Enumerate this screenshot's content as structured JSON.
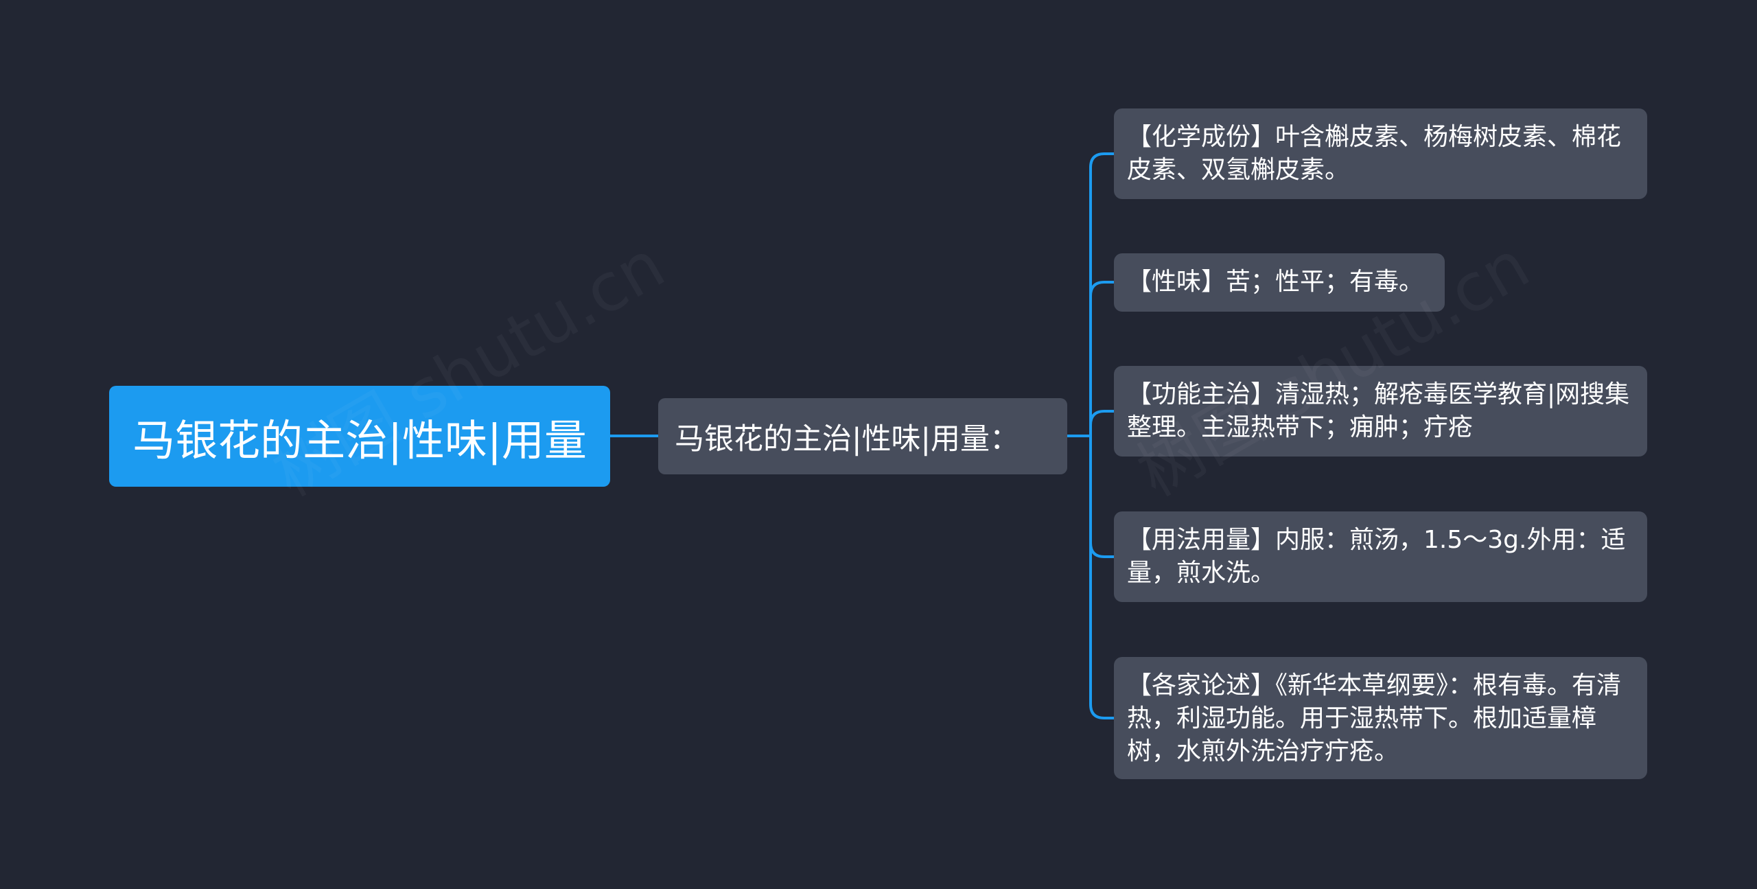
{
  "colors": {
    "background": "#222633",
    "root_fill": "#1c9bf0",
    "node_fill": "#474d5c",
    "connector": "#1c9bf0",
    "text": "#ffffff"
  },
  "mindmap": {
    "root": {
      "label": "马银花的主治|性味|用量"
    },
    "branch": {
      "label": "马银花的主治|性味|用量："
    },
    "leaves": [
      {
        "label": "【化学成份】叶含槲皮素、杨梅树皮素、棉花皮素、双氢槲皮素。"
      },
      {
        "label": "【性味】苦；性平；有毒。"
      },
      {
        "label": "【功能主治】清湿热；解疮毒医学教育|网搜集整理。主湿热带下；痈肿；疔疮"
      },
      {
        "label": "【用法用量】内服：煎汤，1.5～3g.外用：适量，煎水洗。"
      },
      {
        "label": "【各家论述】《新华本草纲要》：根有毒。有清热，利湿功能。用于湿热带下。根加适量樟树，水煎外洗治疗疔疮。"
      }
    ]
  },
  "watermarks": [
    "树图 shutu.cn",
    "树图 shutu.cn"
  ]
}
